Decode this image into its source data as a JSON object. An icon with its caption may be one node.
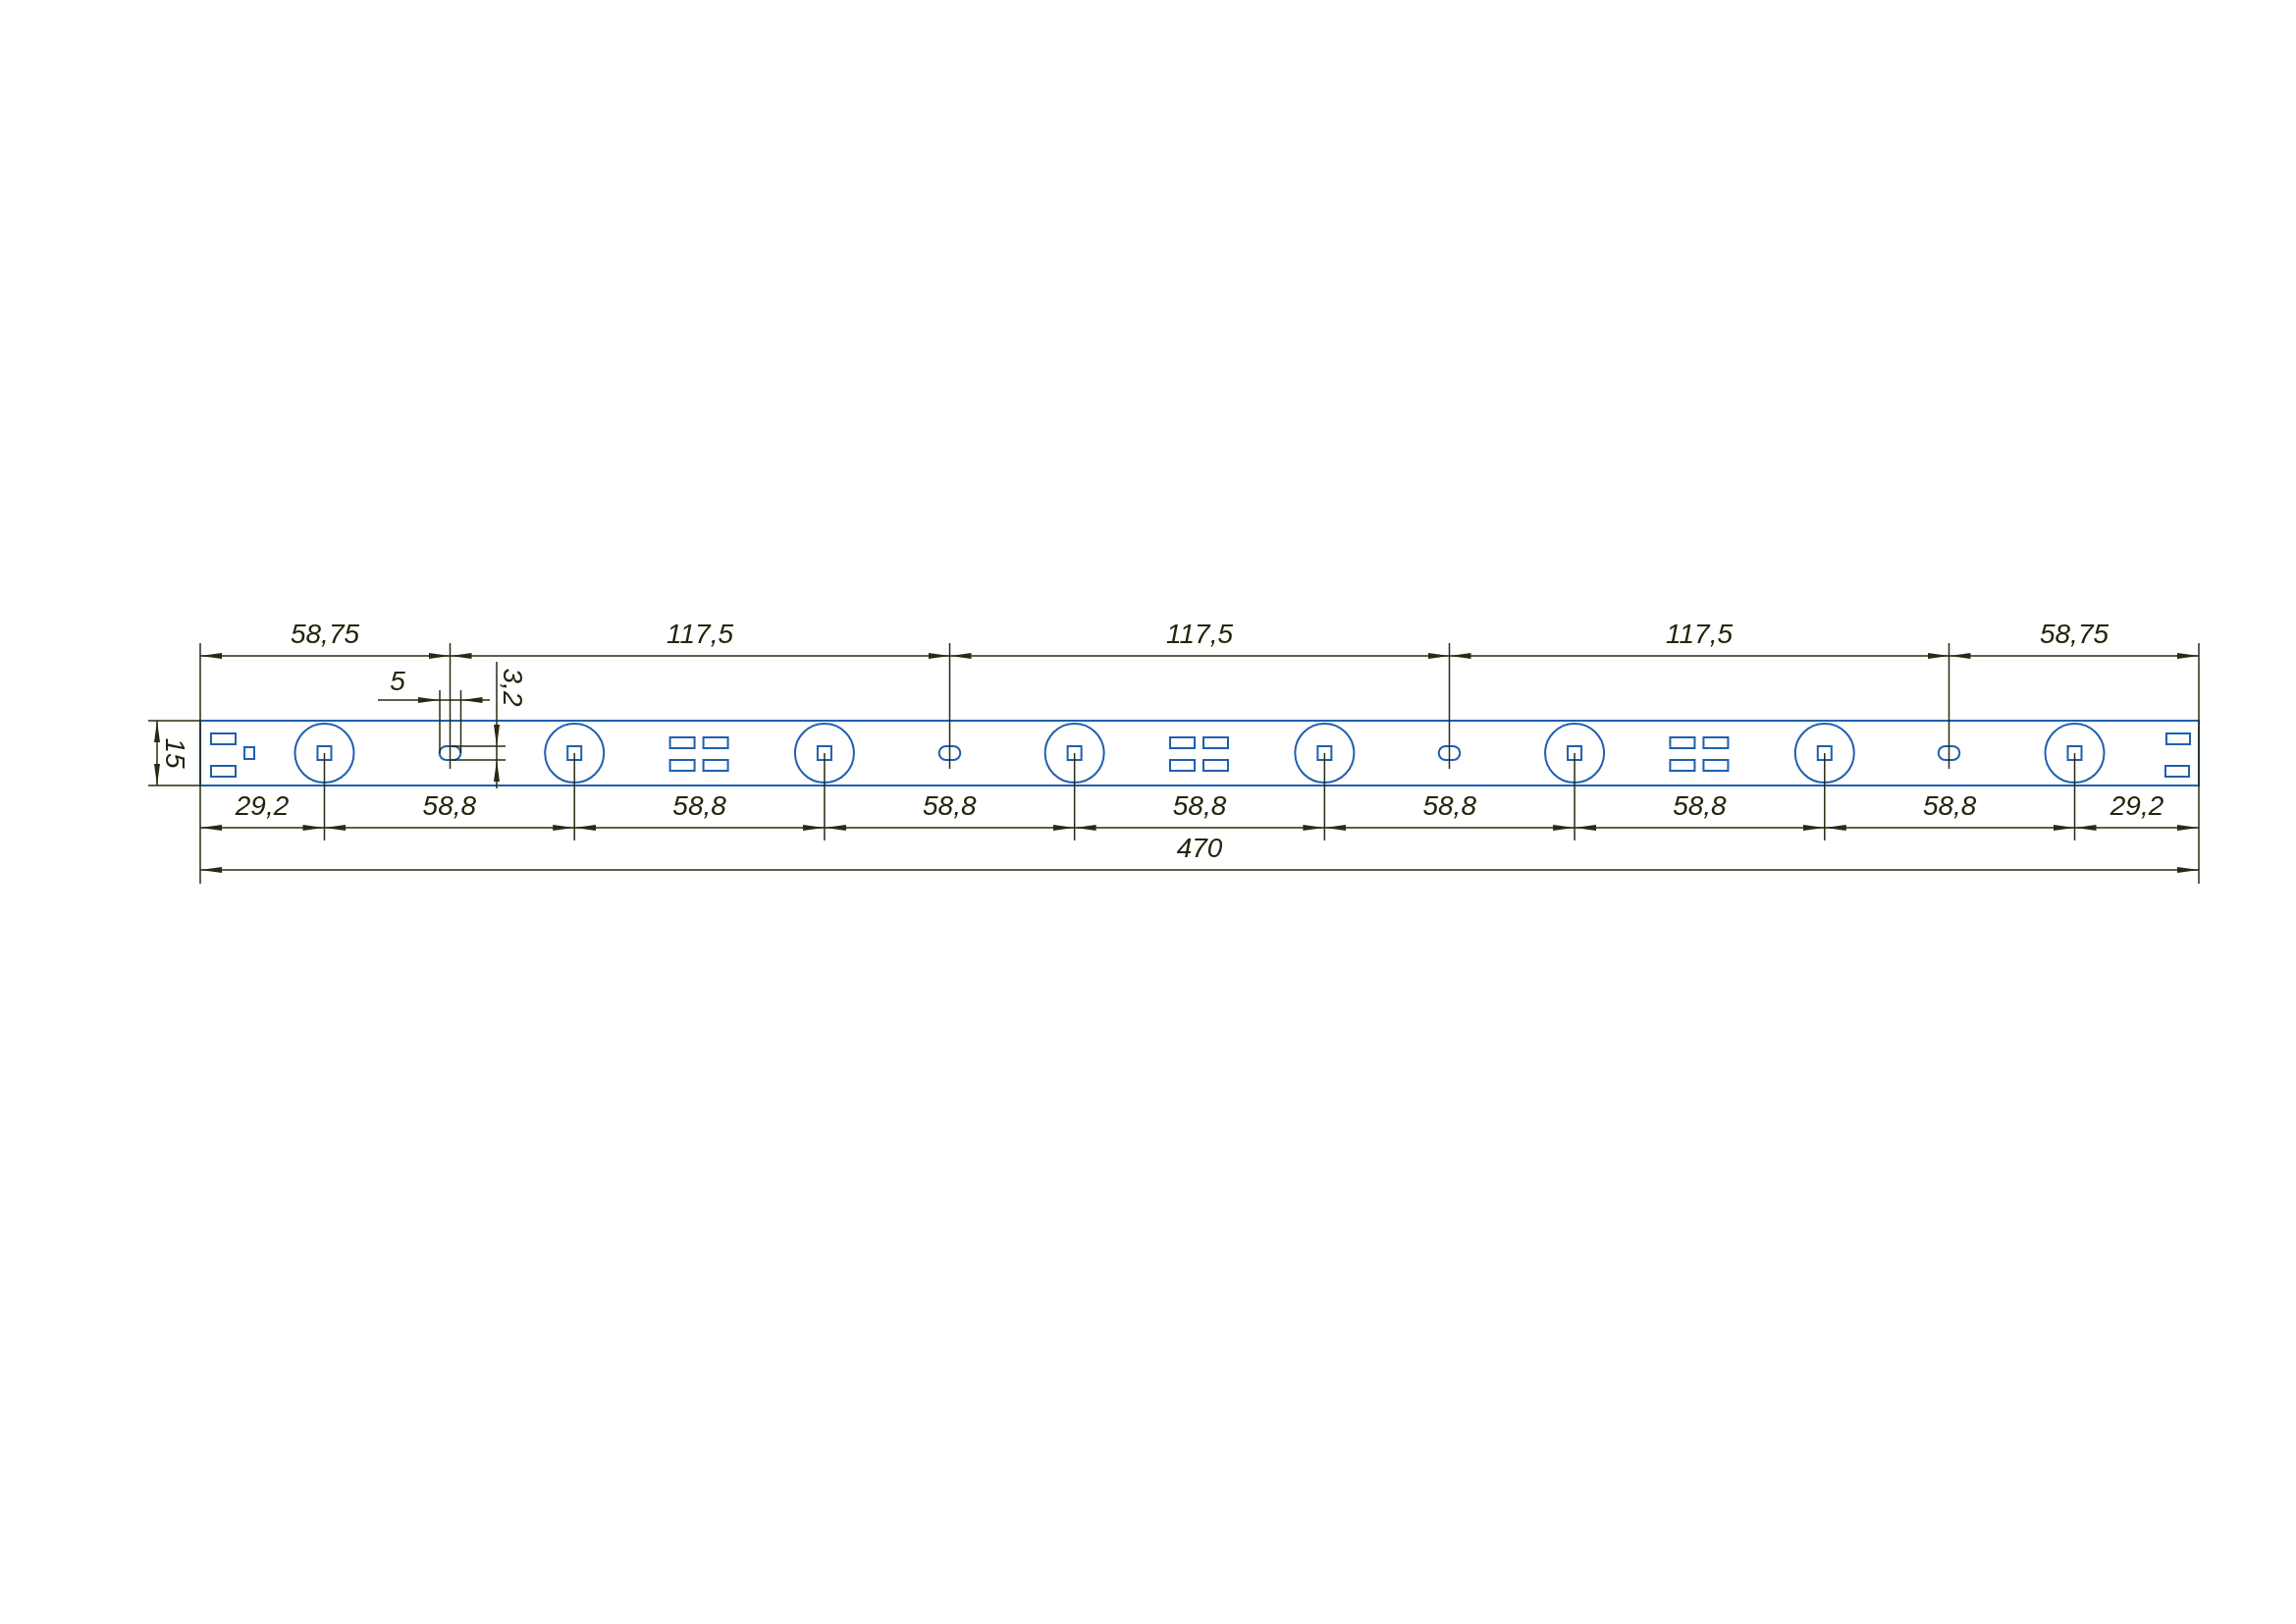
{
  "diagram": {
    "labels": [
      "58,75",
      "117,5",
      "117,5",
      "117,5",
      "58,75",
      "5",
      "3,2",
      "15",
      "29,2",
      "58,8",
      "58,8",
      "58,8",
      "58,8",
      "58,8",
      "58,8",
      "58,8",
      "29,2",
      "470"
    ]
  }
}
